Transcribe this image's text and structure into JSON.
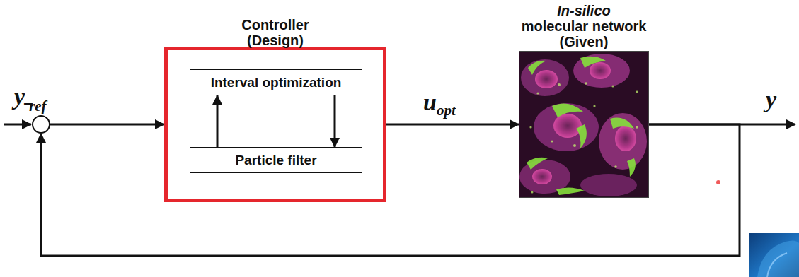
{
  "diagram": {
    "nodes": [
      {
        "text": [
          "−"
        ]
      },
      {
        "text": [
          "Controller (Design)"
        ]
      },
      {
        "text": [
          "Interval optimization"
        ],
        "in": 1
      },
      {
        "text": [
          "Particle filter"
        ],
        "in": 1
      },
      {
        "text": [
          "In-silico",
          "molecular network (Given)"
        ]
      }
    ],
    "edges": [
      {
        "from": 0,
        "to": 1,
        "arrow": "to"
      },
      {
        "from": 2,
        "to": 3,
        "arrow": "to"
      },
      {
        "from": 3,
        "to": 2,
        "arrow": "to"
      },
      {
        "from": 1,
        "to": 4,
        "arrow": "to"
      },
      {
        "from": 4,
        "to": 0,
        "arrow": "to"
      }
    ],
    "labels": [
      "y",
      "ref",
      "u",
      "opt",
      "y"
    ]
  }
}
